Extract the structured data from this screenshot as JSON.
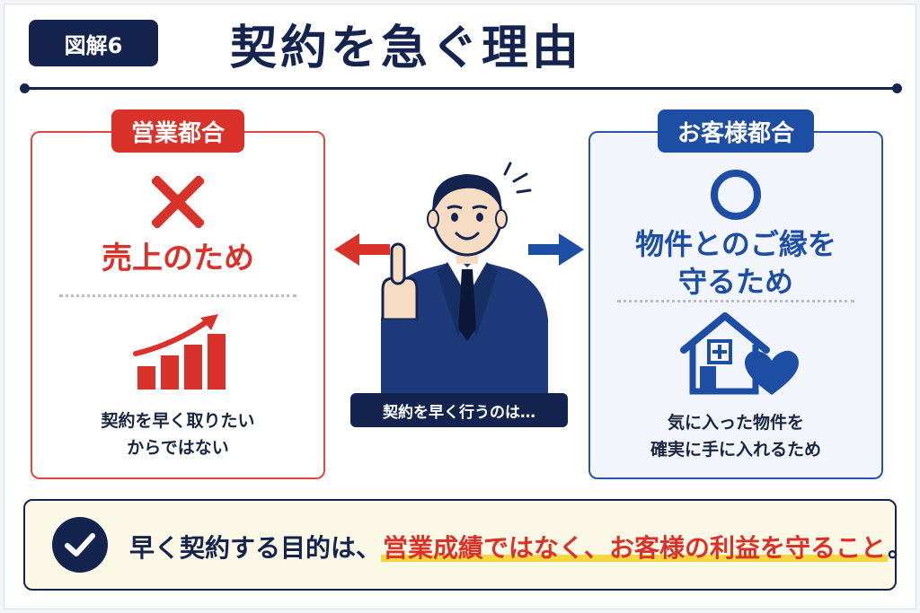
{
  "header": {
    "badge": "図解6",
    "title": "契約を急ぐ理由"
  },
  "left_panel": {
    "tag": "営業都合",
    "symbol_icon": "cross-icon",
    "heading": "売上のため",
    "illustration_icon": "rising-bar-chart-icon",
    "desc_line1": "契約を早く取りたい",
    "desc_line2": "からではない",
    "color": "#d9322b"
  },
  "right_panel": {
    "tag": "お客様都合",
    "symbol_icon": "circle-icon",
    "heading_line1": "物件とのご縁を",
    "heading_line2": "守るため",
    "illustration_icon": "house-heart-icon",
    "desc_line1": "気に入った物件を",
    "desc_line2": "確実に手に入れるため",
    "color": "#1e4ea3"
  },
  "center": {
    "person_icon": "businessman-pointing-icon",
    "caption": "契約を早く行うのは…"
  },
  "banner": {
    "check_icon": "check-icon",
    "text_plain": "早く契約する目的は、",
    "text_emphasis": "営業成績ではなく、お客様の利益を守ること",
    "text_end": "。",
    "accent_color": "#d9322b",
    "highlight_color": "#f6d742"
  }
}
